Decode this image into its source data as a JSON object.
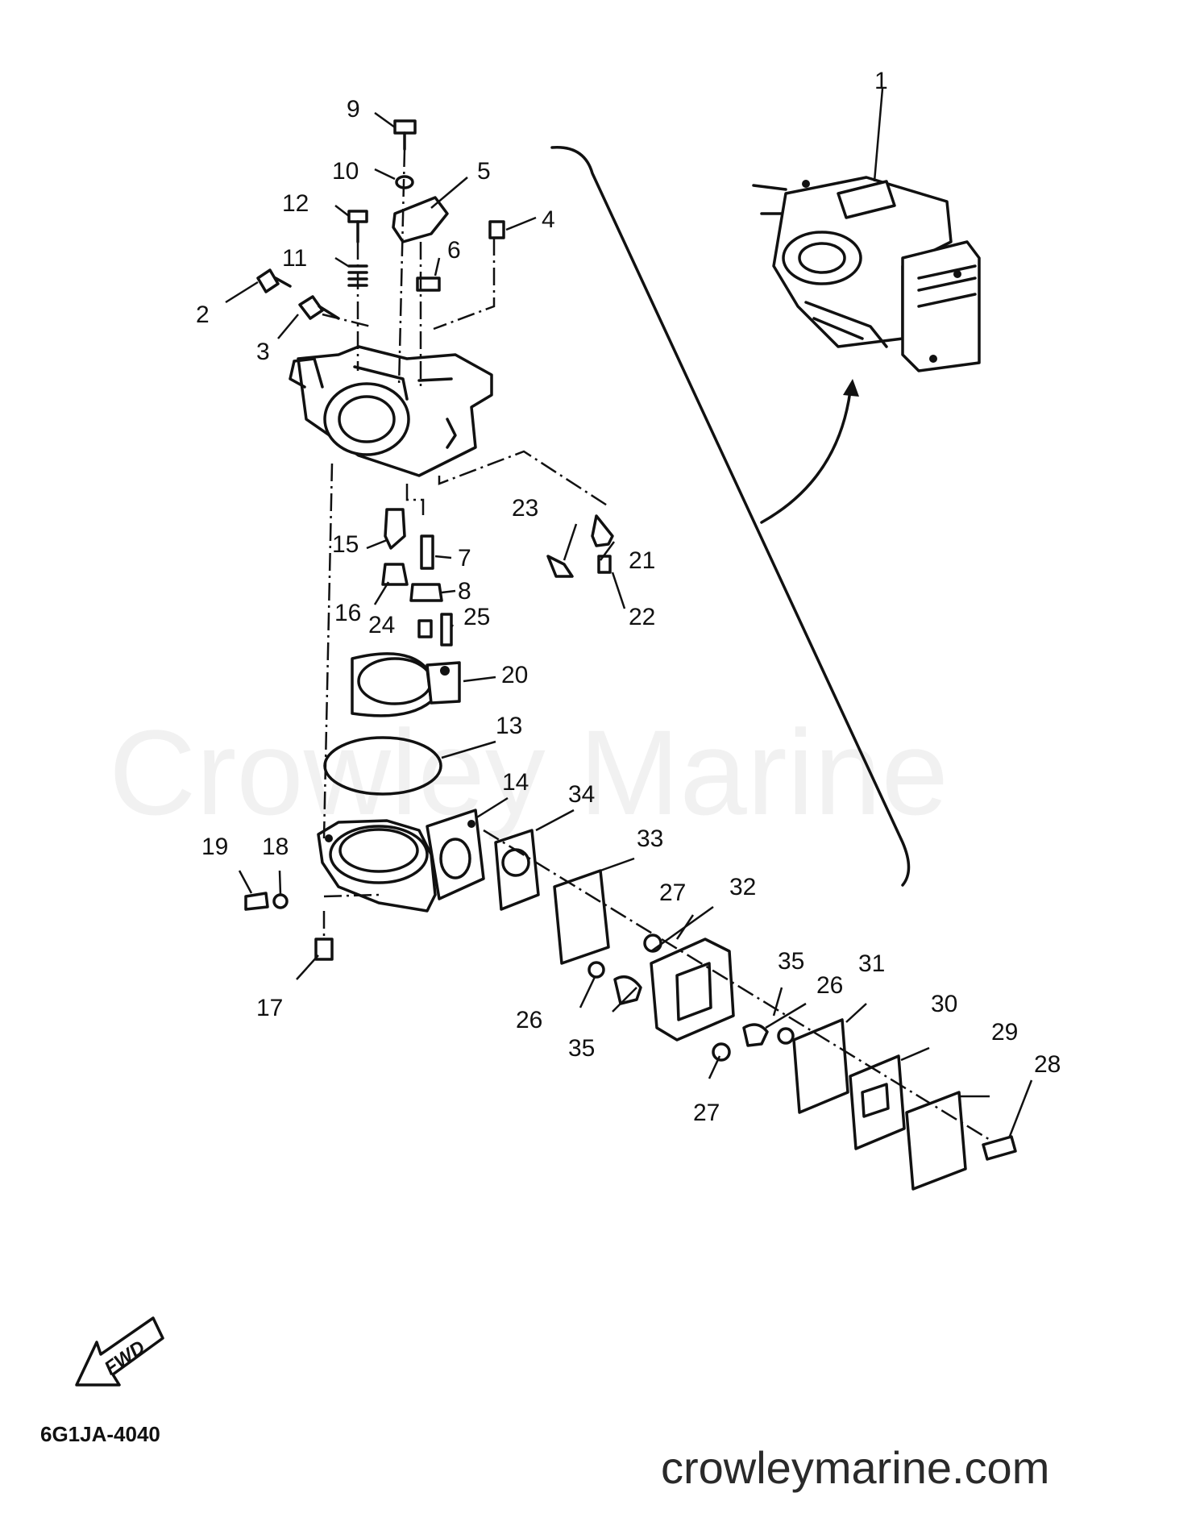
{
  "diagram": {
    "callouts": [
      "1",
      "2",
      "3",
      "4",
      "5",
      "6",
      "7",
      "8",
      "9",
      "10",
      "11",
      "12",
      "13",
      "14",
      "15",
      "16",
      "17",
      "18",
      "19",
      "20",
      "21",
      "22",
      "23",
      "24",
      "25",
      "26",
      "26",
      "27",
      "27",
      "28",
      "29",
      "30",
      "31",
      "32",
      "33",
      "34",
      "35",
      "35"
    ],
    "arrow_label": "FWD",
    "drawing_code": "6G1JA-4040",
    "watermark": "Crowley Marine",
    "website": "crowleymarine.com"
  }
}
